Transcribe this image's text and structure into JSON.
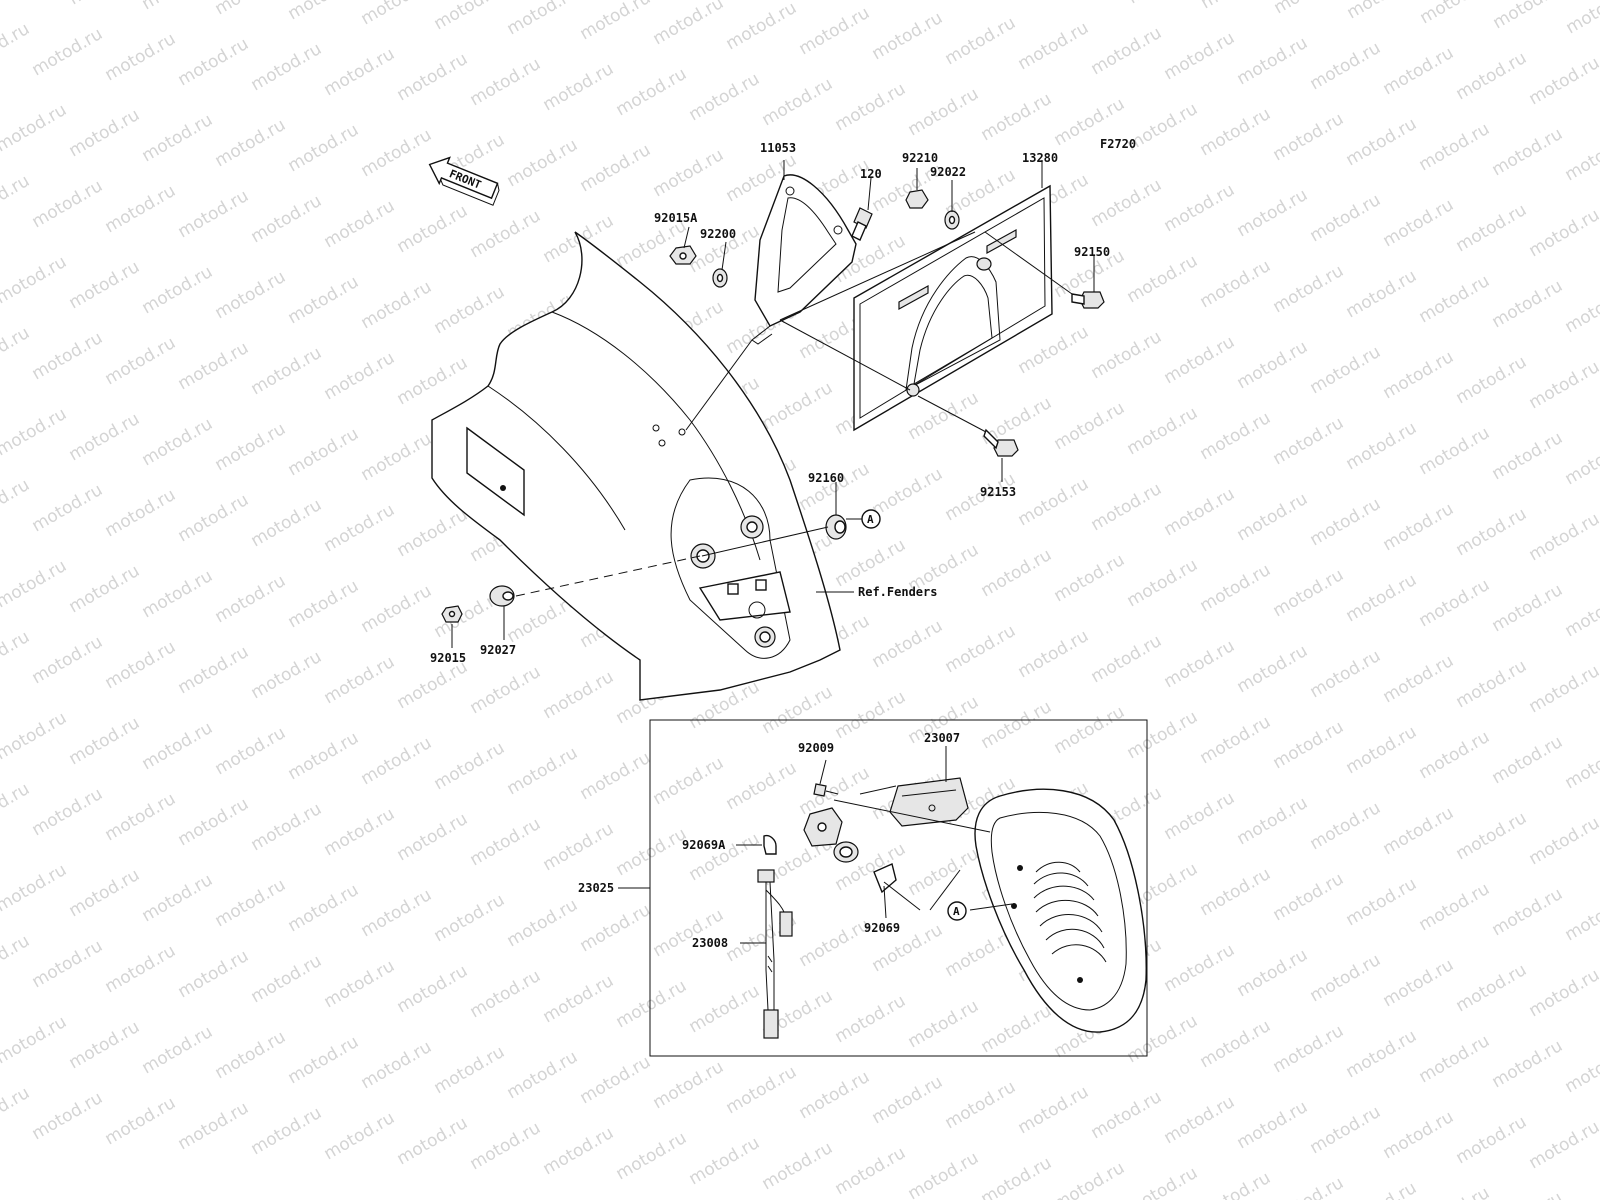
{
  "watermark_text": "motod.ru",
  "figure_code": "F2720",
  "front_arrow_text": "FRONT",
  "ref_note": "Ref.Fenders",
  "callout_letter": "A",
  "parts": {
    "p11053": "11053",
    "p120": "120",
    "p92210": "92210",
    "p92022": "92022",
    "p13280": "13280",
    "p92015A": "92015A",
    "p92200": "92200",
    "p92150": "92150",
    "p92160": "92160",
    "p92153": "92153",
    "p92015": "92015",
    "p92027": "92027",
    "p92009": "92009",
    "p23007": "23007",
    "p92069A": "92069A",
    "p23025": "23025",
    "p23008": "23008",
    "p92069": "92069"
  },
  "colors": {
    "line": "#111111",
    "watermark": "#d4d4d4",
    "background": "#ffffff"
  }
}
